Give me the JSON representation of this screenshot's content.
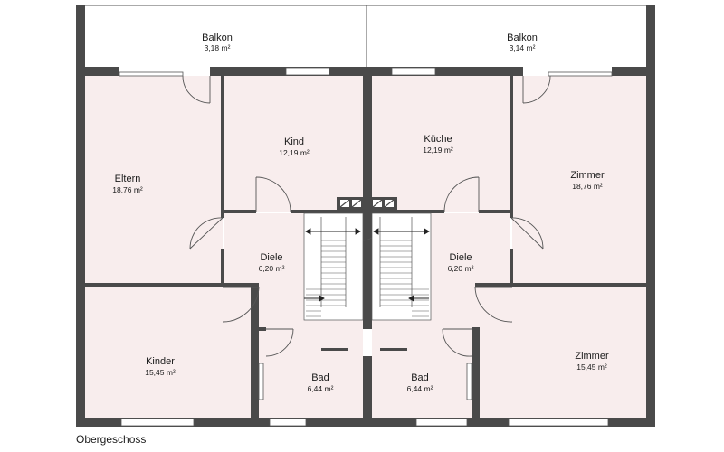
{
  "floor_label": "Obergeschoss",
  "colors": {
    "wall": "#4a4a4a",
    "floor": "#f8eded",
    "balcony": "#ffffff",
    "window": "#ffffff",
    "stair_line": "#555555",
    "text": "#1a1a1a"
  },
  "rooms": {
    "balkon_left": {
      "name": "Balkon",
      "area": "3,18 m²"
    },
    "balkon_right": {
      "name": "Balkon",
      "area": "3,14 m²"
    },
    "eltern": {
      "name": "Eltern",
      "area": "18,76 m²"
    },
    "kind": {
      "name": "Kind",
      "area": "12,19 m²"
    },
    "kueche": {
      "name": "Küche",
      "area": "12,19 m²"
    },
    "zimmer_top": {
      "name": "Zimmer",
      "area": "18,76 m²"
    },
    "diele_left": {
      "name": "Diele",
      "area": "6,20 m²"
    },
    "diele_right": {
      "name": "Diele",
      "area": "6,20 m²"
    },
    "kinder": {
      "name": "Kinder",
      "area": "15,45 m²"
    },
    "bad_left": {
      "name": "Bad",
      "area": "6,44 m²"
    },
    "bad_right": {
      "name": "Bad",
      "area": "6,44 m²"
    },
    "zimmer_bottom": {
      "name": "Zimmer",
      "area": "15,45 m²"
    }
  }
}
